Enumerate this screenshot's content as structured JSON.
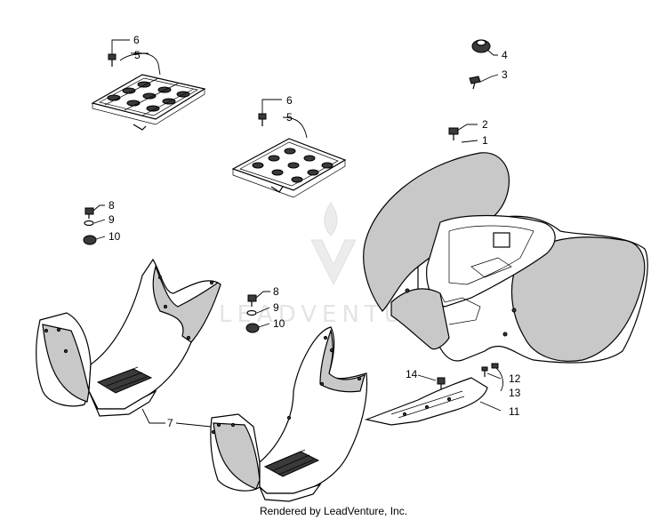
{
  "watermark": {
    "text": "LEADVENTURE"
  },
  "footer": {
    "text": "Rendered by LeadVenture, Inc."
  },
  "callouts": [
    "1",
    "2",
    "3",
    "4",
    "5",
    "6",
    "7",
    "8",
    "9",
    "10",
    "11",
    "12",
    "13",
    "14"
  ],
  "colors": {
    "ink": "#000000",
    "shade": "#c8c8c8",
    "watermark": "#e4e4e4"
  }
}
